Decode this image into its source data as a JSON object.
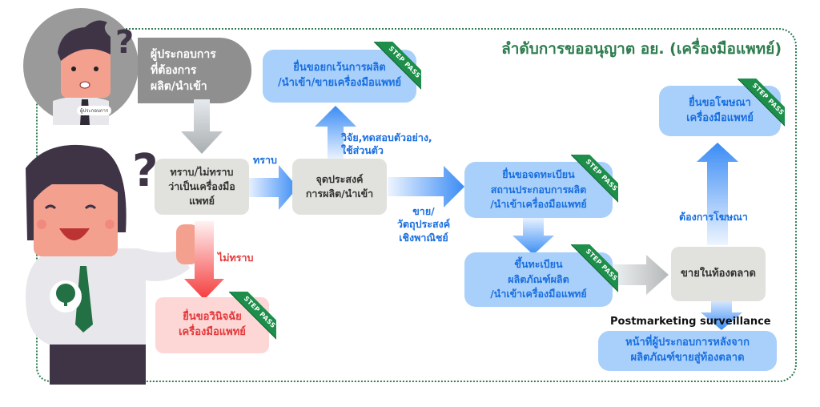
{
  "title": "ลำดับการขออนุญาต อย. (เครื่องมือแพทย์)",
  "operator": {
    "lines": [
      "ผู้ประกอบการ",
      "ที่ต้องการ",
      "ผลิต/นำเข้า"
    ],
    "avatar_caption": "ผู้ประกอบการ"
  },
  "know_box": {
    "lines": [
      "ทราบ/ไม่ทราบ",
      "ว่าเป็นเครื่องมือ",
      "แพทย์"
    ]
  },
  "purpose_box": {
    "lines": [
      "จุดประสงค์",
      "การผลิต/นำเข้า"
    ]
  },
  "exemption_box": {
    "lines": [
      "ยื่นขอยกเว้นการผลิต",
      "/นำเข้า/ขายเครื่องมือแพทย์"
    ]
  },
  "diagnosis_box": {
    "lines": [
      "ยื่นขอวินิจฉัย",
      "เครื่องมือแพทย์"
    ]
  },
  "establishment_box": {
    "lines": [
      "ยื่นขอจดทะเบียน",
      "สถานประกอบการผลิต",
      "/นำเข้าเครื่องมือแพทย์"
    ]
  },
  "product_box": {
    "lines": [
      "ขึ้นทะเบียน",
      "ผลิตภัณฑ์ผลิต",
      "/นำเข้าเครื่องมือแพทย์"
    ]
  },
  "market_box": {
    "lines": [
      "ขายในท้องตลาด"
    ]
  },
  "advertise_box": {
    "lines": [
      "ยื่นขอโฆษณา",
      "เครื่องมือแพทย์"
    ]
  },
  "post_box": {
    "heading": "Postmarketing surveillance",
    "lines": [
      "หน้าที่ผู้ประกอบการหลังจาก",
      "ผลิตภัณฑ์ขายสู่ท้องตลาด"
    ]
  },
  "labels": {
    "know": "ทราบ",
    "not_know": "ไม่ทราบ",
    "research": [
      "วิจัย,ทดสอบตัวอย่าง,",
      "ใช้ส่วนตัว"
    ],
    "commercial": [
      "ขาย/",
      "วัตถุประสงค์",
      "เชิงพาณิชย์"
    ],
    "advertise": "ต้องการโฆษณา"
  },
  "badge": "STEP PASS",
  "colors": {
    "green": "#2e7d4f",
    "blue": "#1a6fe0",
    "box_blue": "#a8d0fb",
    "red": "#e5393a"
  }
}
